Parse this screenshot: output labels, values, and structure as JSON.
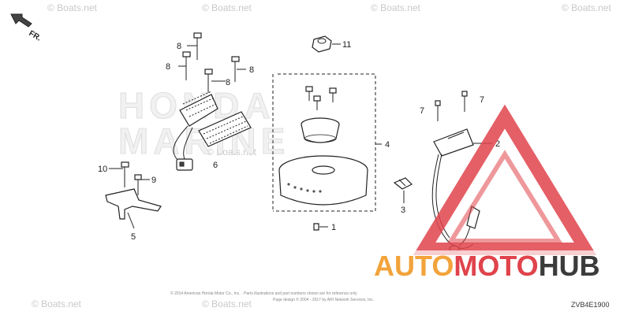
{
  "watermark_text": "© Boats.net",
  "direction_label": "FR.",
  "callouts": {
    "n1": "1",
    "n2": "2",
    "n3": "3",
    "n4": "4",
    "n5": "5",
    "n6": "6",
    "n7a": "7",
    "n7b": "7",
    "n8a": "8",
    "n8b": "8",
    "n8c": "8",
    "n8d": "8",
    "n9": "9",
    "n10": "10",
    "n11": "11"
  },
  "background_brand": [
    "HONDA",
    "MARINE"
  ],
  "copyright_line_1": "© 2014 American Honda Motor Co., Inc. · Parts illustrations and part numbers shown are for reference only",
  "copyright_line_2": "Page design © 2004 - 2017 by ARI Network Services, Inc.",
  "diagram_code": "ZVB4E1900",
  "logo": {
    "part_a": "AUTO",
    "part_b": "MOTO",
    "part_c": "HUB",
    "color_a": "#f2a33a",
    "color_b": "#e0434b",
    "color_c": "#3b3b3b"
  }
}
